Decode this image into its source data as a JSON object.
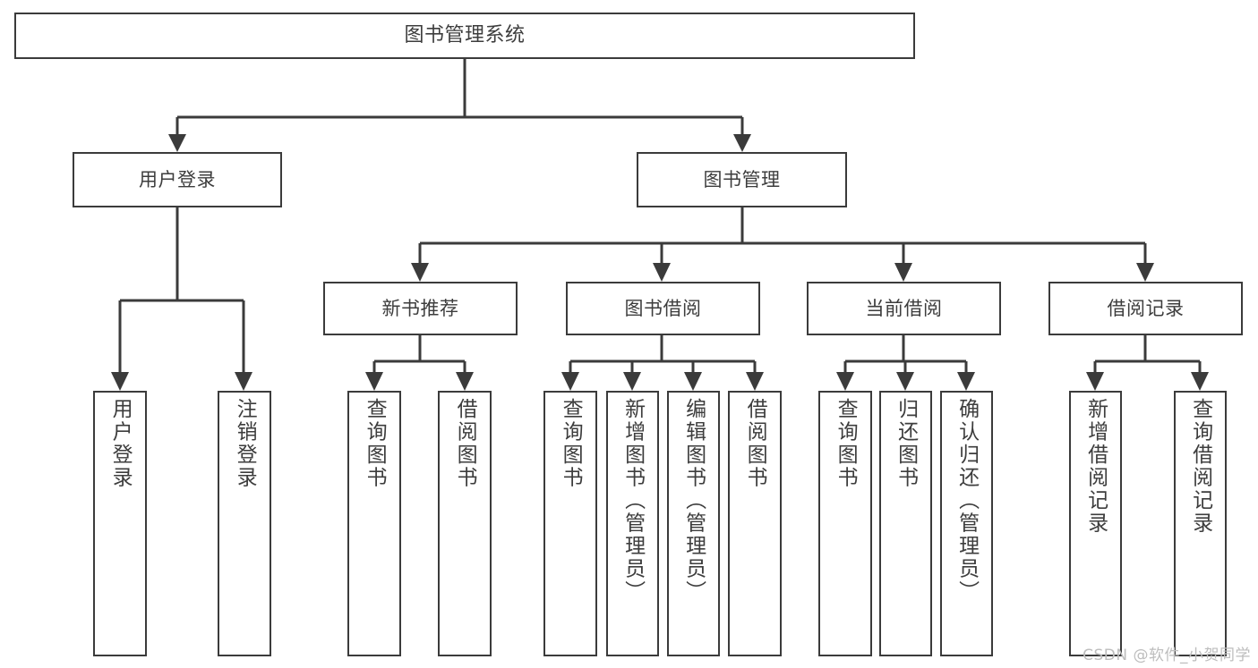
{
  "diagram": {
    "title": "图书管理系统",
    "type": "tree",
    "root": {
      "id": "root",
      "label": "图书管理系统"
    },
    "level2": [
      {
        "id": "user-login",
        "label": "用户登录"
      },
      {
        "id": "book-manage",
        "label": "图书管理"
      }
    ],
    "level3": [
      {
        "id": "new-book-rec",
        "label": "新书推荐",
        "parent": "book-manage"
      },
      {
        "id": "book-borrow",
        "label": "图书借阅",
        "parent": "book-manage"
      },
      {
        "id": "current-borrow",
        "label": "当前借阅",
        "parent": "book-manage"
      },
      {
        "id": "borrow-record",
        "label": "借阅记录",
        "parent": "book-manage"
      }
    ],
    "leaves": [
      {
        "id": "leaf-user-login",
        "label": "用户登录",
        "parent": "user-login"
      },
      {
        "id": "leaf-user-logout",
        "label": "注销登录",
        "parent": "user-login"
      },
      {
        "id": "leaf-query-book-1",
        "label": "查询图书",
        "parent": "new-book-rec"
      },
      {
        "id": "leaf-borrow-book-1",
        "label": "借阅图书",
        "parent": "new-book-rec"
      },
      {
        "id": "leaf-query-book-2",
        "label": "查询图书",
        "parent": "book-borrow"
      },
      {
        "id": "leaf-add-book",
        "label": "新增图书（管理员）",
        "parent": "book-borrow"
      },
      {
        "id": "leaf-edit-book",
        "label": "编辑图书（管理员）",
        "parent": "book-borrow"
      },
      {
        "id": "leaf-borrow-book-2",
        "label": "借阅图书",
        "parent": "book-borrow"
      },
      {
        "id": "leaf-query-book-3",
        "label": "查询图书",
        "parent": "current-borrow"
      },
      {
        "id": "leaf-return-book",
        "label": "归还图书",
        "parent": "current-borrow"
      },
      {
        "id": "leaf-confirm-return",
        "label": "确认归还（管理员）",
        "parent": "current-borrow"
      },
      {
        "id": "leaf-add-record",
        "label": "新增借阅记录",
        "parent": "borrow-record"
      },
      {
        "id": "leaf-query-record",
        "label": "查询借阅记录",
        "parent": "borrow-record"
      }
    ],
    "colors": {
      "stroke": "#3b3b3b",
      "text": "#3d3d3d",
      "background": "#ffffff",
      "watermark": "#bdbdbd"
    }
  },
  "watermark": {
    "text": "CSDN @软件_小贺同学"
  }
}
